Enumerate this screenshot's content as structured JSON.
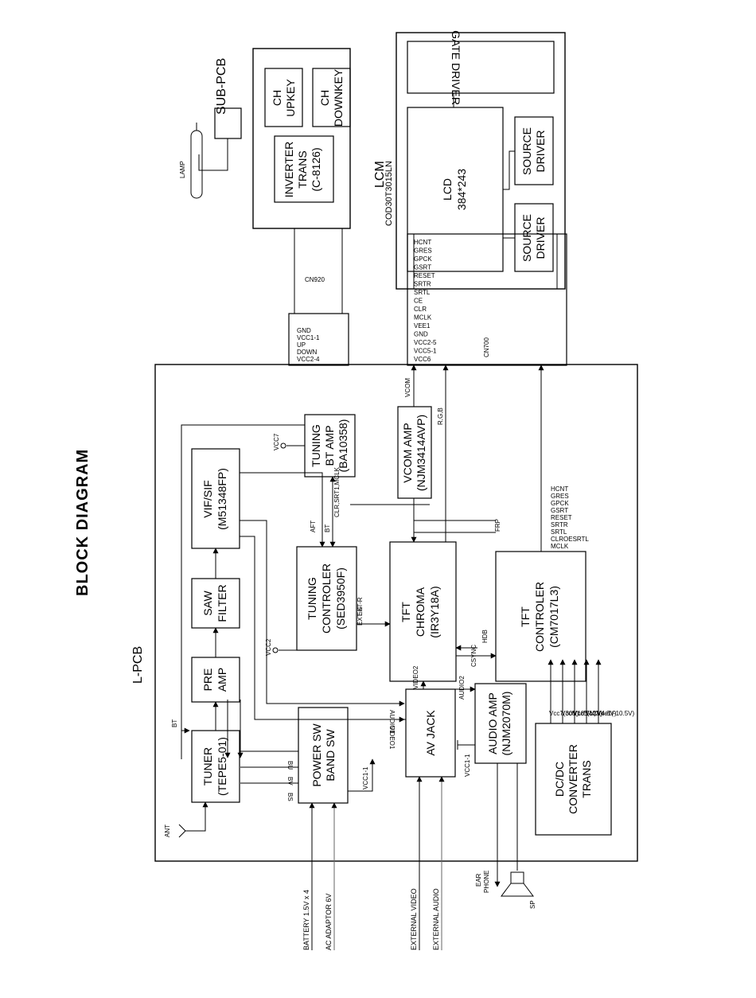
{
  "title": "BLOCK DIAGRAM",
  "boards": {
    "lpcb": "L-PCB",
    "subpcb": "SUB-PCB",
    "lcm": "LCM",
    "lcm_model": "COD30T3015LN"
  },
  "blocks": {
    "tuner": [
      "TUNER",
      "(TEPE5-01)"
    ],
    "preamp": [
      "PRE",
      "AMP"
    ],
    "saw": [
      "SAW",
      "FILTER"
    ],
    "vif": [
      "VIF/SIF",
      "(M51348FP)"
    ],
    "tuning_bt": [
      "TUNING",
      "BT AMP",
      "(BA10358)"
    ],
    "tuning_ctrl": [
      "TUNING",
      "CONTROLER",
      "(SED3950F)"
    ],
    "power": [
      "POWER SW",
      "BAND SW"
    ],
    "av_jack": [
      "AV JACK"
    ],
    "tft_chroma": [
      "TFT",
      "CHROMA",
      "(IR3Y18A)"
    ],
    "vcom_amp": [
      "VCOM  AMP",
      "(NJM3414AVP)"
    ],
    "audio_amp": [
      "AUDIO AMP",
      "(NJM2070M)"
    ],
    "tft_ctrl": [
      "TFT",
      "CONTROLER",
      "(CM7017L3)"
    ],
    "dcdc": [
      "DC/DC",
      "CONVERTER",
      "TRANS"
    ],
    "inverter": [
      "INVERTER",
      "TRANS",
      "(C-8126)"
    ],
    "ch_up": [
      "CH",
      "UPKEY"
    ],
    "ch_down": [
      "CH",
      "DOWNKEY"
    ],
    "lcd": [
      "LCD",
      "384*243"
    ],
    "gate_driver": [
      "GATE DRIVER"
    ],
    "source_driver_1": [
      "SOURCE",
      "DRIVER"
    ],
    "source_driver_2": [
      "SOURCE",
      "DRIVER"
    ]
  },
  "connectors": {
    "cn920": "CN920",
    "cn920_pins": [
      "VCC2-4",
      "DOWN",
      "UP",
      "VCC1-1",
      "GND"
    ],
    "cn700": "CN700",
    "cn700_pins": [
      "VCC6",
      "VCC5-1",
      "VCC2-5",
      "GND",
      "VEE1",
      "MCLK",
      "CLR",
      "CE",
      "SRTL",
      "SRTR",
      "RESET",
      "GSRT",
      "GPCK",
      "GRES",
      "HCNT"
    ]
  },
  "signals": {
    "ant": "ANT",
    "bt": "BT",
    "bu": "BU",
    "bv": "BV",
    "bs": "BS",
    "vcc1_1": "VCC1-1",
    "vcc2": "VCC2",
    "vcc7": "VCC7",
    "aft": "AFT",
    "bt2": "BT",
    "ext_r": "EXT-R",
    "ext_g": "EXT-G",
    "video1": "VIDEO1",
    "audio1": "AUDIO1",
    "video2": "VIDEO2",
    "audio2": "AUDIO2",
    "vcc1_1b": "VCC1-1",
    "vcom": "VCOM",
    "rgb": "R,G,B",
    "clr_bus": "CLR,SRT1,MCLK",
    "frp": "FRP",
    "hdb": "HDB",
    "csync": "CSYNC",
    "mclk_list": [
      "MCLK",
      "CLROESRTL",
      "SRTL",
      "SRTR",
      "RESET",
      "GSRT",
      "GPCK",
      "GRES",
      "HCNT"
    ],
    "dcdc_outputs": [
      "Vcc7(30V)",
      "Vcc6(18.5V)",
      "Vcc5(12V)",
      "Vcc2(4.8V)",
      "Vee1(-10.5V)"
    ],
    "lamp": "LAMP",
    "ear_phone": [
      "EAR",
      "PHONE"
    ],
    "sp": "SP"
  },
  "inputs": {
    "battery": "BATTERY 1.5V x 4",
    "ac": "AC ADAPTOR 6V",
    "ext_video": "EXTERNAL VIDEO",
    "ext_audio": "EXTERNAL AUDIO"
  }
}
